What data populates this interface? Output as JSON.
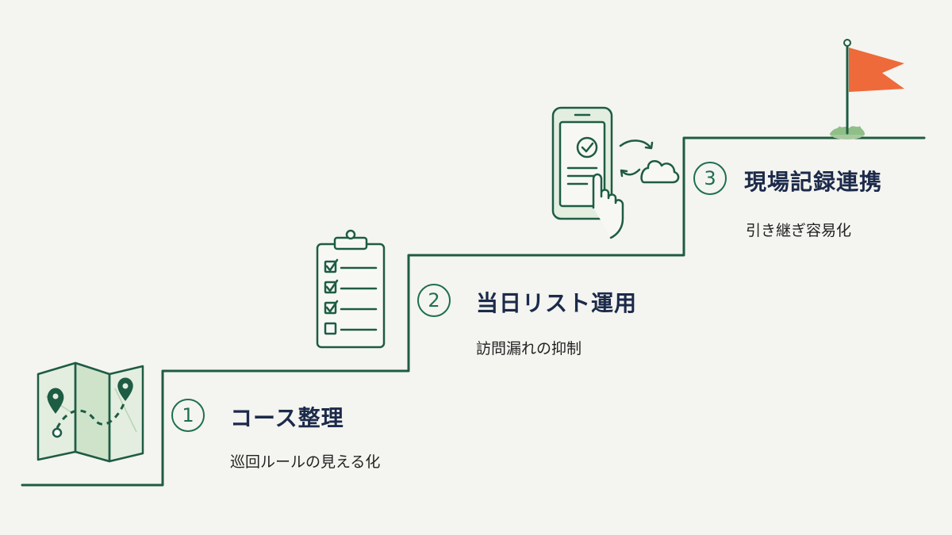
{
  "colors": {
    "line": "#1e5c44",
    "accent": "#1e6e52",
    "title": "#1c2a4a",
    "flag": "#ee6a3a",
    "map_fill": "#dcebd8",
    "background": "#f4f4f0"
  },
  "steps": [
    {
      "number": "1",
      "title": "コース整理",
      "description": "巡回ルールの見える化",
      "icon": "folded-map-icon"
    },
    {
      "number": "2",
      "title": "当日リスト運用",
      "description": "訪問漏れの抑制",
      "icon": "clipboard-checklist-icon"
    },
    {
      "number": "3",
      "title": "現場記録連携",
      "description": "引き継ぎ容易化",
      "icon": "smartphone-cloud-sync-icon"
    }
  ],
  "goal": {
    "icon": "goal-flag-icon"
  }
}
